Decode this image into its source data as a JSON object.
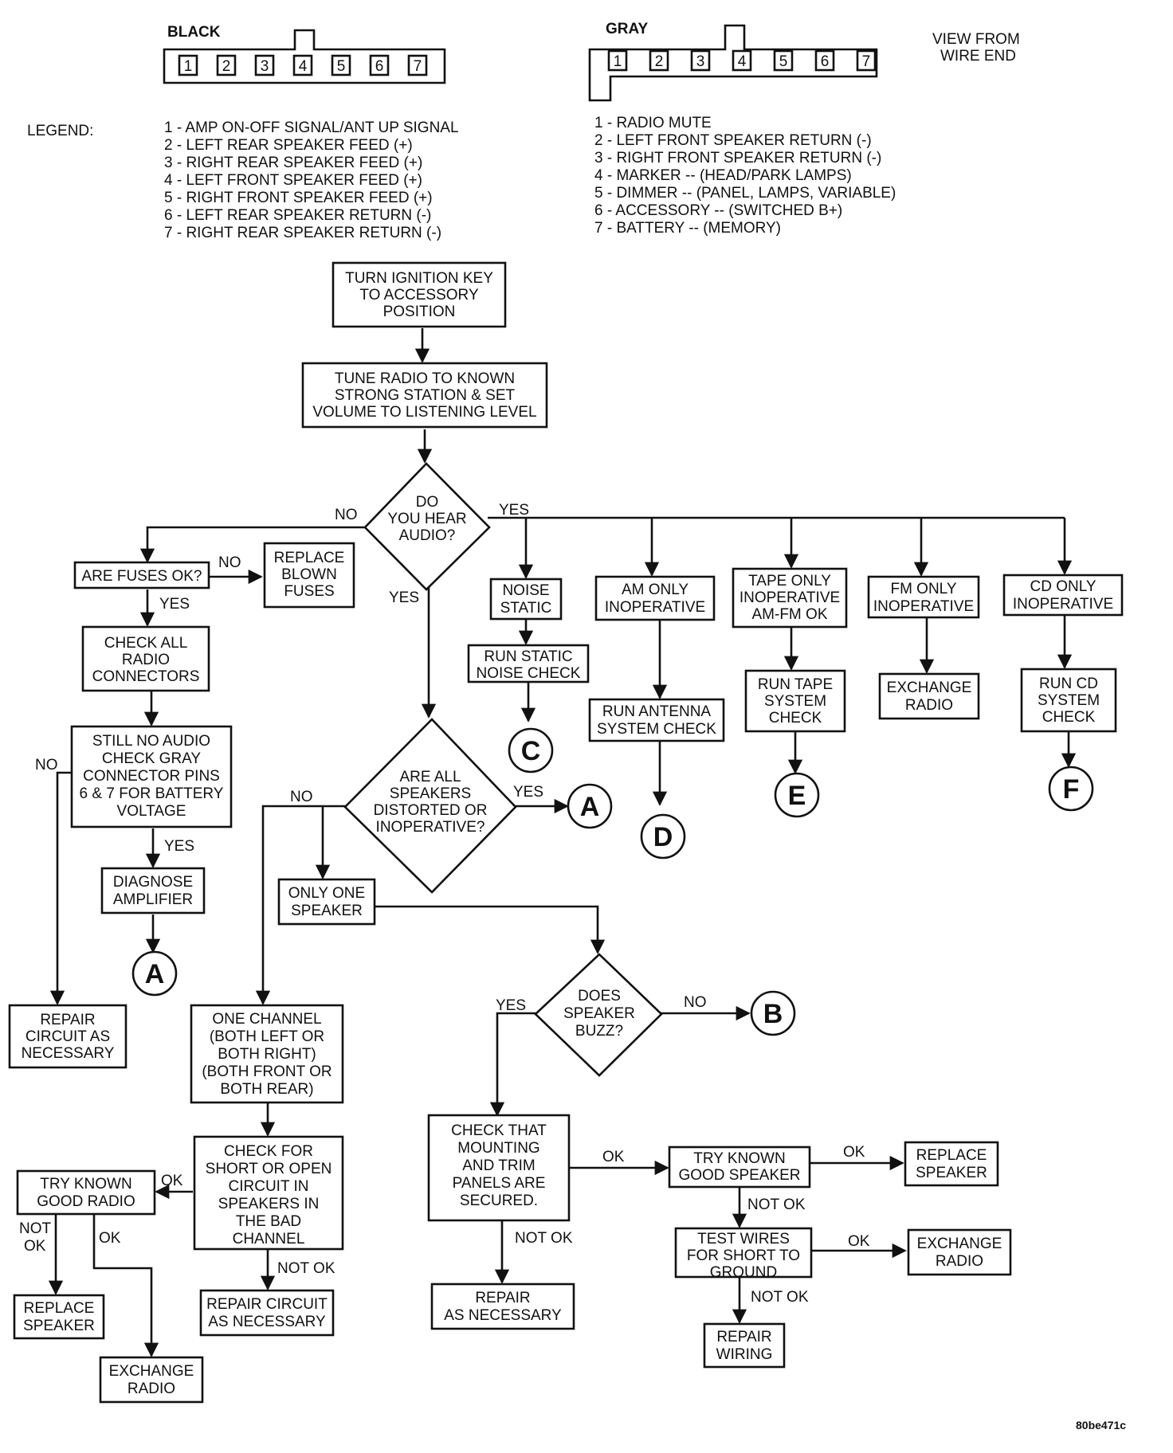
{
  "connectors": {
    "black_title": "BLACK",
    "gray_title": "GRAY",
    "pins": [
      "1",
      "2",
      "3",
      "4",
      "5",
      "6",
      "7"
    ],
    "view_note": [
      "VIEW FROM",
      "WIRE END"
    ]
  },
  "legend": {
    "label": "LEGEND:",
    "black_items": [
      "1 - AMP ON-OFF SIGNAL/ANT UP SIGNAL",
      "2 - LEFT REAR SPEAKER FEED (+)",
      "3 - RIGHT REAR SPEAKER FEED (+)",
      "4 - LEFT FRONT SPEAKER FEED (+)",
      "5 - RIGHT FRONT SPEAKER FEED (+)",
      "6 - LEFT REAR SPEAKER RETURN (-)",
      "7 - RIGHT REAR SPEAKER RETURN (-)"
    ],
    "gray_items": [
      "1 - RADIO MUTE",
      "2 - LEFT FRONT SPEAKER RETURN (-)",
      "3 - RIGHT FRONT SPEAKER RETURN (-)",
      "4 - MARKER -- (HEAD/PARK LAMPS)",
      "5 - DIMMER -- (PANEL, LAMPS, VARIABLE)",
      "6 - ACCESSORY -- (SWITCHED B+)",
      "7 - BATTERY -- (MEMORY)"
    ]
  },
  "nodes": {
    "ignition": [
      "TURN IGNITION KEY",
      "TO ACCESSORY",
      "POSITION"
    ],
    "tune": [
      "TUNE RADIO TO KNOWN",
      "STRONG STATION & SET",
      "VOLUME TO LISTENING LEVEL"
    ],
    "hear_audio": [
      "DO",
      "YOU HEAR",
      "AUDIO?"
    ],
    "fuses": [
      "ARE FUSES OK?"
    ],
    "replace_fuses": [
      "REPLACE",
      "BLOWN",
      "FUSES"
    ],
    "check_connectors": [
      "CHECK ALL",
      "RADIO",
      "CONNECTORS"
    ],
    "still_no_audio": [
      "STILL NO AUDIO",
      "CHECK GRAY",
      "CONNECTOR PINS",
      "6 & 7 FOR BATTERY",
      "VOLTAGE"
    ],
    "diagnose_amp": [
      "DIAGNOSE",
      "AMPLIFIER"
    ],
    "repair_circuit_left": [
      "REPAIR",
      "CIRCUIT AS",
      "NECESSARY"
    ],
    "noise_static": [
      "NOISE",
      "STATIC"
    ],
    "run_static": [
      "RUN STATIC",
      "NOISE CHECK"
    ],
    "am_only": [
      "AM ONLY",
      "INOPERATIVE"
    ],
    "run_antenna": [
      "RUN ANTENNA",
      "SYSTEM CHECK"
    ],
    "tape_only": [
      "TAPE ONLY",
      "INOPERATIVE",
      "AM-FM OK"
    ],
    "run_tape": [
      "RUN TAPE",
      "SYSTEM",
      "CHECK"
    ],
    "fm_only": [
      "FM ONLY",
      "INOPERATIVE"
    ],
    "exchange_radio_fm": [
      "EXCHANGE",
      "RADIO"
    ],
    "cd_only": [
      "CD ONLY",
      "INOPERATIVE"
    ],
    "run_cd": [
      "RUN CD",
      "SYSTEM",
      "CHECK"
    ],
    "speakers_distorted": [
      "ARE ALL",
      "SPEAKERS",
      "DISTORTED OR",
      "INOPERATIVE?"
    ],
    "only_one_speaker": [
      "ONLY ONE",
      "SPEAKER"
    ],
    "speaker_buzz": [
      "DOES",
      "SPEAKER",
      "BUZZ?"
    ],
    "one_channel": [
      "ONE CHANNEL",
      "(BOTH LEFT OR",
      "BOTH RIGHT)",
      "(BOTH FRONT OR",
      "BOTH REAR)"
    ],
    "check_short_open": [
      "CHECK FOR",
      "SHORT OR OPEN",
      "CIRCUIT IN",
      "SPEAKERS IN",
      "THE BAD",
      "CHANNEL"
    ],
    "try_radio": [
      "TRY KNOWN",
      "GOOD RADIO"
    ],
    "replace_speaker_left": [
      "REPLACE",
      "SPEAKER"
    ],
    "exchange_radio_left": [
      "EXCHANGE",
      "RADIO"
    ],
    "repair_circuit_mid": [
      "REPAIR CIRCUIT",
      "AS NECESSARY"
    ],
    "check_mounting": [
      "CHECK THAT",
      "MOUNTING",
      "AND TRIM",
      "PANELS ARE",
      "SECURED."
    ],
    "repair_as_necessary": [
      "REPAIR",
      "AS NECESSARY"
    ],
    "try_speaker": [
      "TRY KNOWN",
      "GOOD SPEAKER"
    ],
    "replace_speaker_right": [
      "REPLACE",
      "SPEAKER"
    ],
    "test_wires": [
      "TEST WIRES",
      "FOR SHORT TO",
      "GROUND"
    ],
    "exchange_radio_right": [
      "EXCHANGE",
      "RADIO"
    ],
    "repair_wiring": [
      "REPAIR",
      "WIRING"
    ]
  },
  "terminals": {
    "A": "A",
    "B": "B",
    "C": "C",
    "D": "D",
    "E": "E",
    "F": "F"
  },
  "edge_labels": {
    "yes": "YES",
    "no": "NO",
    "ok": "OK",
    "not_ok": "NOT OK",
    "not": "NOT",
    "ok_short": "OK"
  },
  "figure_code": "80be471c"
}
